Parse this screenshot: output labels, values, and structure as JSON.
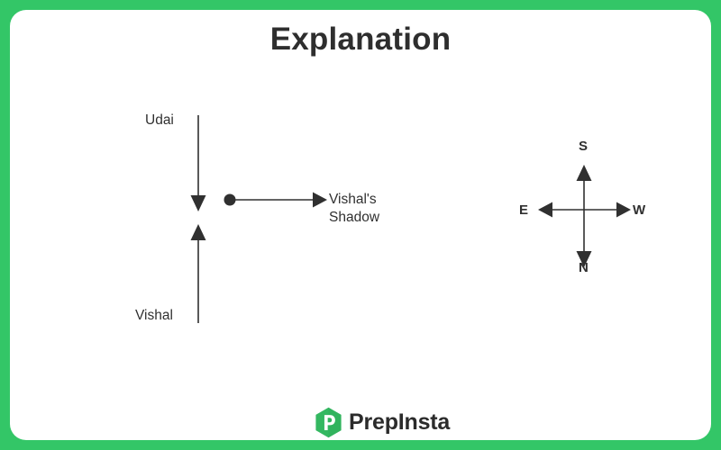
{
  "page": {
    "title": "Explanation",
    "frame_color": "#33c667",
    "background_color": "#ffffff",
    "ink_color": "#303030"
  },
  "diagram": {
    "type": "direction-reasoning-diagram",
    "labels": {
      "udai": "Udai",
      "vishal": "Vishal",
      "shadow_line1": "Vishal's",
      "shadow_line2": "Shadow"
    },
    "arrows": [
      {
        "name": "udai-arrow",
        "from": "Udai",
        "direction": "down"
      },
      {
        "name": "vishal-arrow",
        "from": "Vishal",
        "direction": "up"
      },
      {
        "name": "shadow-arrow",
        "from": "point",
        "direction": "right",
        "to": "Vishal's Shadow"
      }
    ],
    "point_marker": "filled-circle"
  },
  "compass": {
    "name": "inverted-compass-rose",
    "top": "S",
    "bottom": "N",
    "left": "E",
    "right": "W"
  },
  "logo": {
    "text": "PrepInsta",
    "mark_letter": "P",
    "mark_color": "#34b861",
    "mark_color_light": "#4cc878",
    "text_color": "#2b2b2b"
  }
}
